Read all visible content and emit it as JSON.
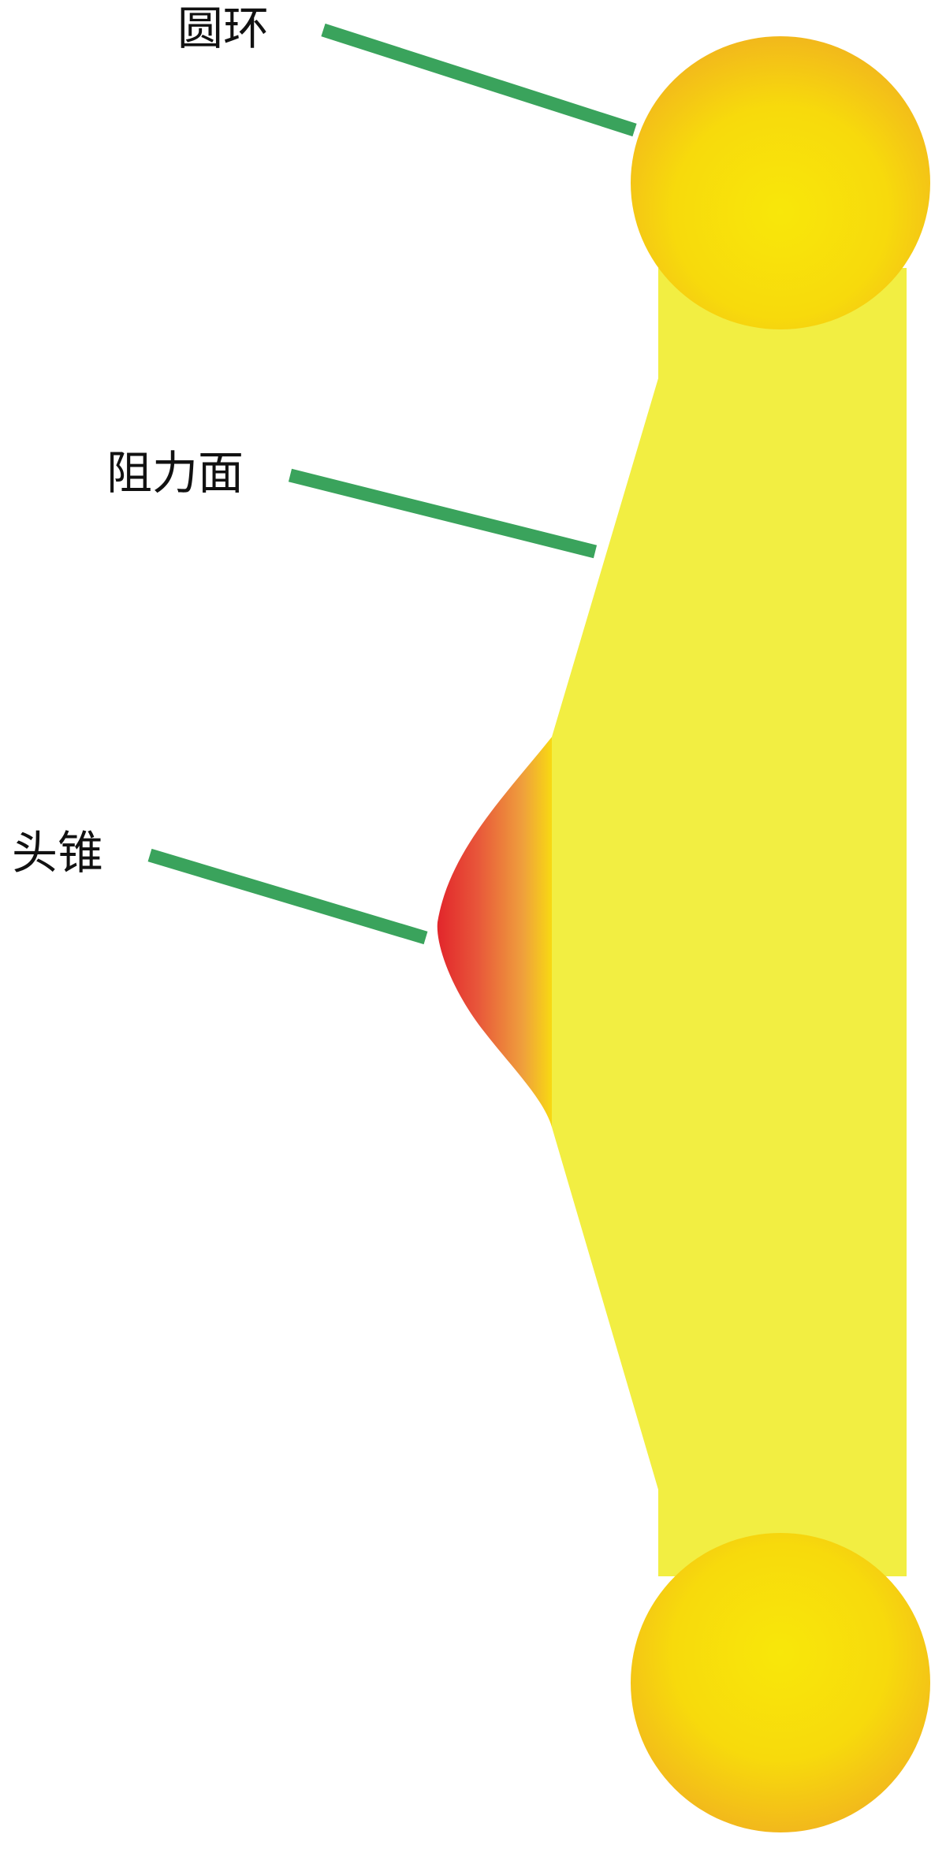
{
  "labels": {
    "ring": "圆环",
    "drag_surface": "阻力面",
    "head_cone": "头锥"
  },
  "colors": {
    "leader_line": "#3aa35c",
    "body_yellow": "#f2ee42",
    "ring_yellow": "#f7df0a",
    "ring_orange": "#f4b81a",
    "cone_red": "#e2262b",
    "cone_orange": "#ef8a35",
    "background": "#ffffff"
  }
}
